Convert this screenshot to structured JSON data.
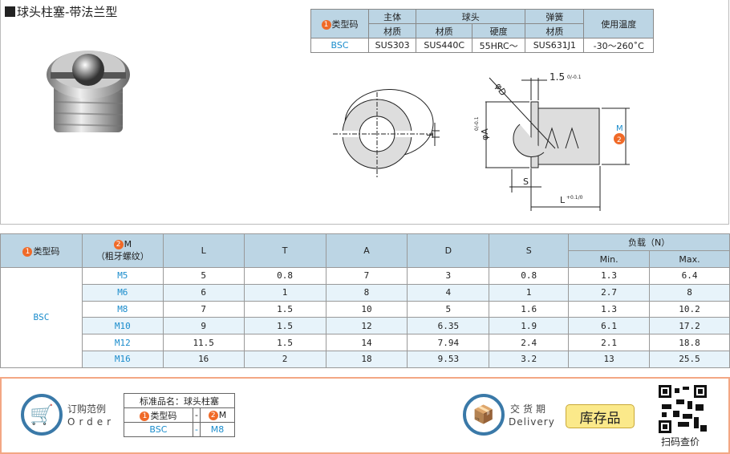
{
  "title": "球头柱塞-带法兰型",
  "spec_table": {
    "type_code_label": "类型码",
    "num1": "1",
    "col_body": "主体",
    "col_ball": "球头",
    "col_spring": "弹簧",
    "col_temp": "使用温度",
    "sub_material": "材质",
    "sub_hardness": "硬度",
    "row": {
      "code": "BSC",
      "body": "SUS303",
      "ball_material": "SUS440C",
      "ball_hardness": "55HRC～",
      "spring": "SUS631J1",
      "temp": "-30～260˚C"
    }
  },
  "drawing": {
    "phiD": "φD",
    "dim15": "1.5",
    "tol15": "0/-0.1",
    "phiA": "φA",
    "tolA": "0/-0.1",
    "T": "T",
    "S": "S",
    "L": "L",
    "tolL": "+0.1/0",
    "M": "M",
    "num2": "2"
  },
  "main_table": {
    "h_type": "类型码",
    "h_m": "M",
    "h_m_sub": "（粗牙螺纹）",
    "h_L": "L",
    "h_T": "T",
    "h_A": "A",
    "h_D": "D",
    "h_S": "S",
    "h_load": "负载（N）",
    "h_min": "Min.",
    "h_max": "Max.",
    "type": "BSC",
    "rows": [
      [
        "M5",
        "5",
        "0.8",
        "7",
        "3",
        "0.8",
        "1.3",
        "6.4"
      ],
      [
        "M6",
        "6",
        "1",
        "8",
        "4",
        "1",
        "2.7",
        "8"
      ],
      [
        "M8",
        "7",
        "1.5",
        "10",
        "5",
        "1.6",
        "1.3",
        "10.2"
      ],
      [
        "M10",
        "9",
        "1.5",
        "12",
        "6.35",
        "1.9",
        "6.1",
        "17.2"
      ],
      [
        "M12",
        "11.5",
        "1.5",
        "14",
        "7.94",
        "2.4",
        "2.1",
        "18.8"
      ],
      [
        "M16",
        "16",
        "2",
        "18",
        "9.53",
        "3.2",
        "13",
        "25.5"
      ]
    ]
  },
  "footer": {
    "order_cn": "订购范例",
    "order_en": "Order",
    "std_name": "标准品名：球头柱塞",
    "type_label": "类型码",
    "dash": "-",
    "m_label": "M",
    "ex_type": "BSC",
    "ex_m": "M8",
    "delivery_cn": "交货期",
    "delivery_en": "Delivery",
    "stock": "库存品",
    "qr_label": "扫码查价"
  }
}
